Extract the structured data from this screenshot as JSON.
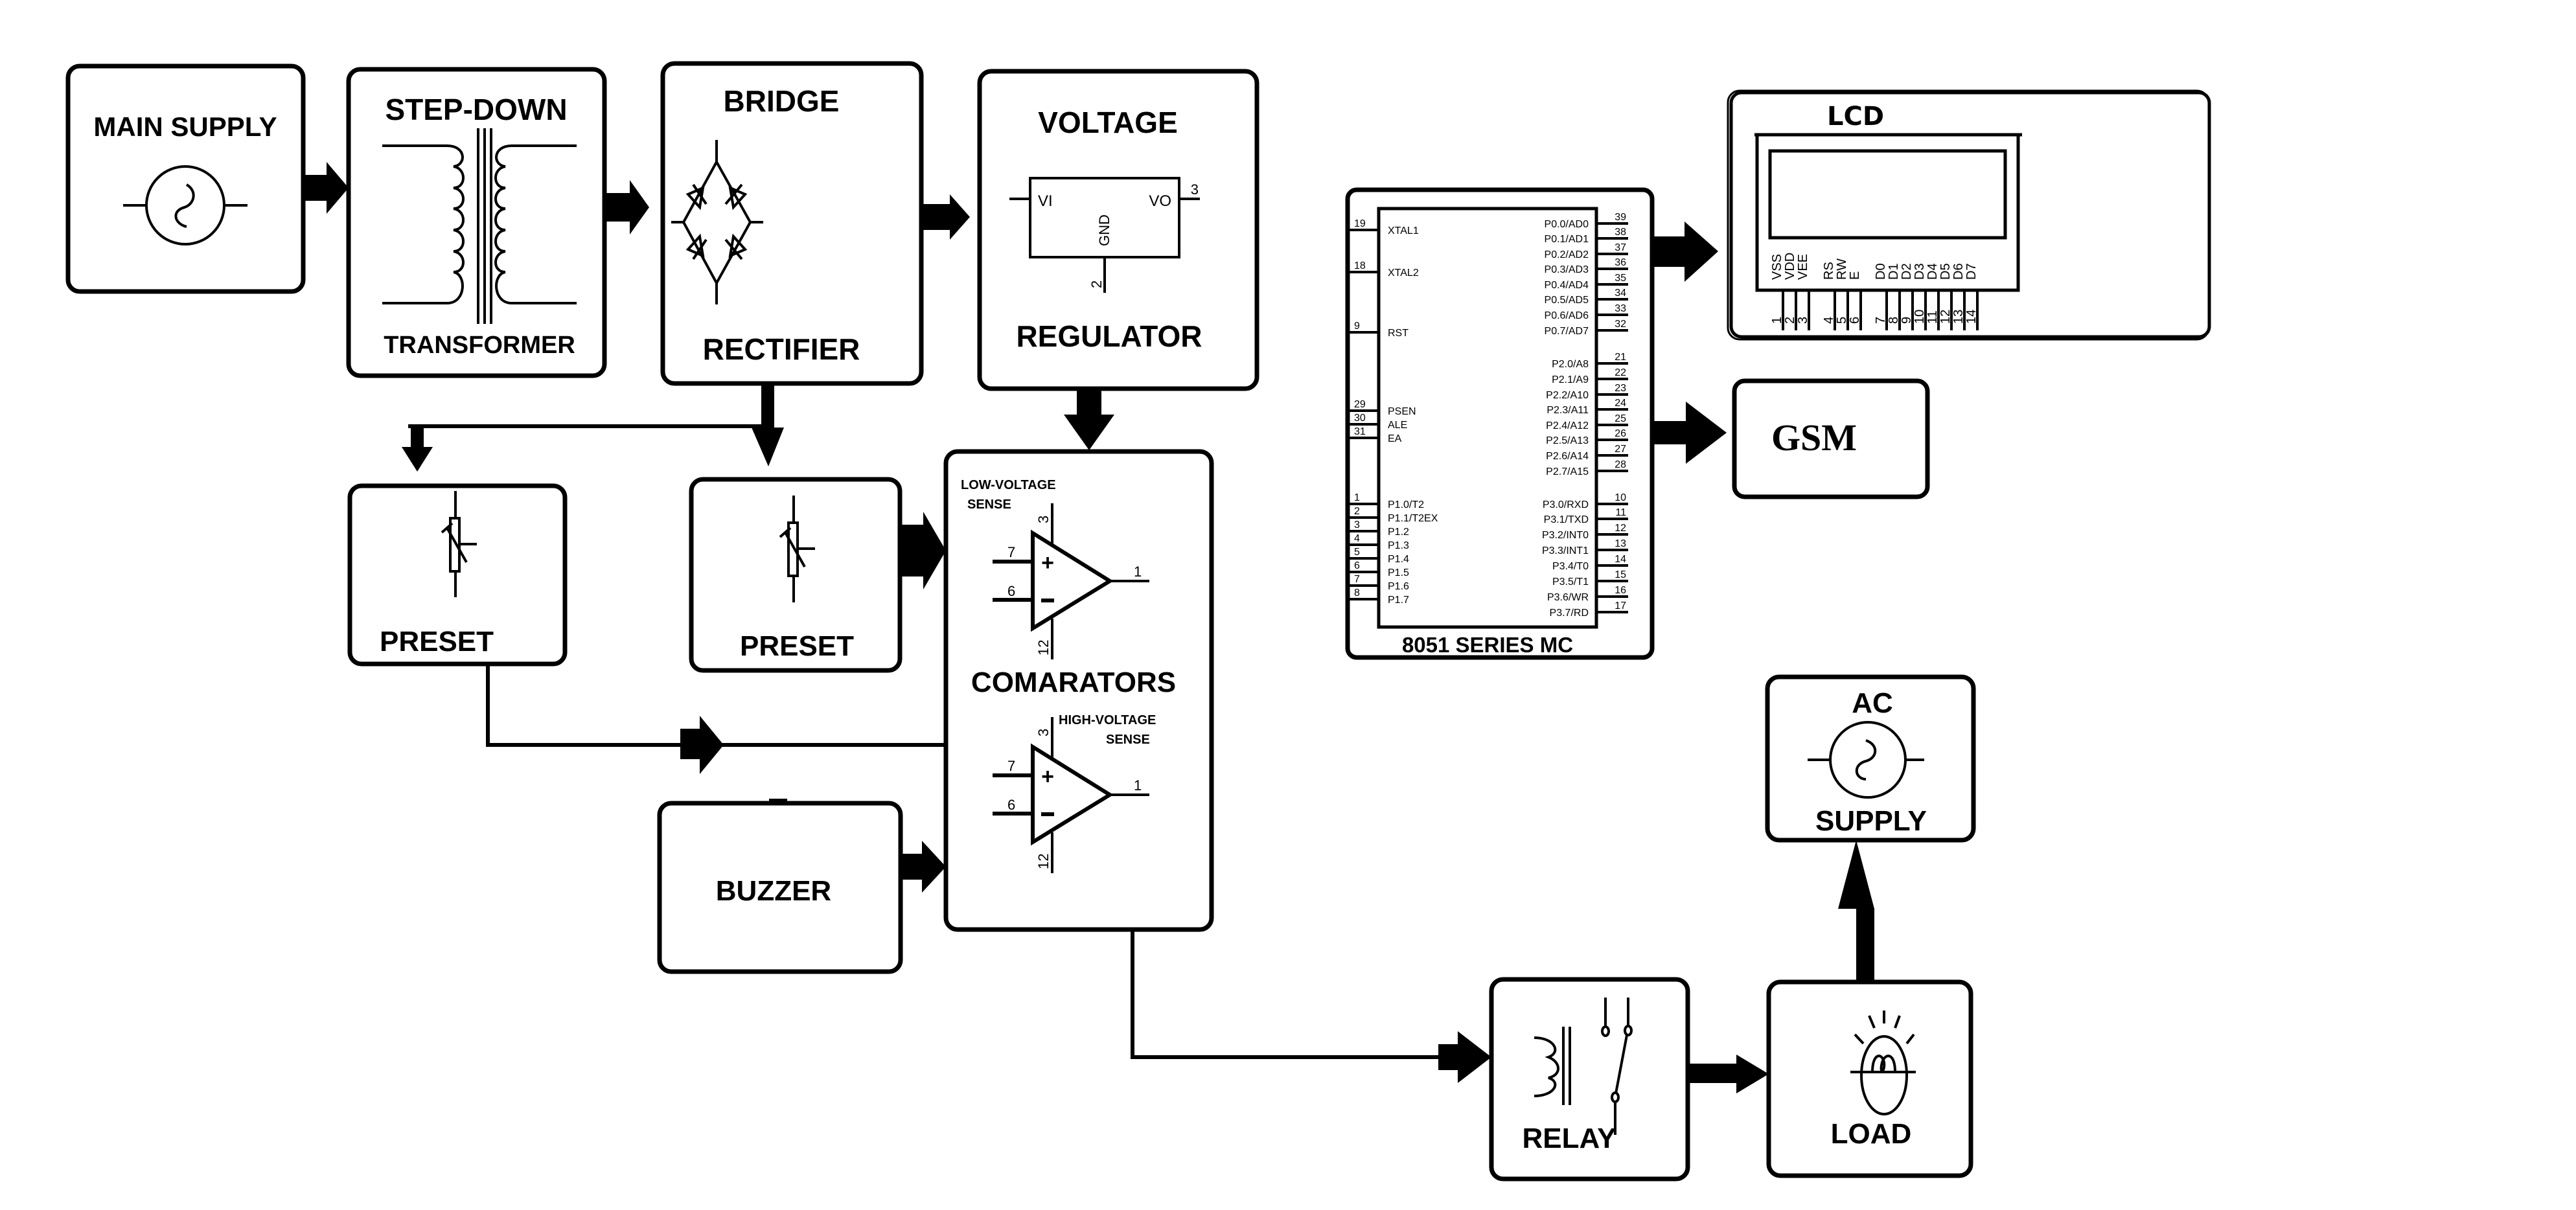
{
  "diagram": {
    "title": "GSM based over/under voltage protection block diagram",
    "blocks": {
      "main_supply": {
        "label": "MAIN SUPPLY",
        "icon": "ac-source-icon"
      },
      "transformer": {
        "label_top": "STEP-DOWN",
        "label_bottom": "TRANSFORMER",
        "icon": "transformer-icon"
      },
      "bridge": {
        "label_top": "BRIDGE",
        "label_bottom": "RECTIFIER",
        "icon": "bridge-rectifier-icon"
      },
      "regulator": {
        "label_top": "VOLTAGE",
        "label_bottom": "REGULATOR",
        "pin_vi": "VI",
        "pin_vo": "VO",
        "pin_gnd": "GND",
        "pin_vo_num": "3",
        "pin_gnd_num": "2"
      },
      "preset_1": {
        "label": "PRESET",
        "icon": "potentiometer-icon"
      },
      "preset_2": {
        "label": "PRESET",
        "icon": "potentiometer-icon"
      },
      "comparators": {
        "label": "COMARATORS",
        "low": {
          "label_line1": "LOW-VOLTAGE",
          "label_line2": "SENSE",
          "pin_plus": "7",
          "pin_minus": "6",
          "pin_top": "3",
          "pin_bottom": "12",
          "pin_out": "1"
        },
        "high": {
          "label_line1": "HIGH-VOLTAGE",
          "label_line2": "SENSE",
          "pin_plus": "7",
          "pin_minus": "6",
          "pin_top": "3",
          "pin_bottom": "12",
          "pin_out": "1"
        }
      },
      "buzzer": {
        "label": "BUZZER"
      },
      "mcu": {
        "label": "8051 SERIES MC",
        "left_pins": [
          {
            "num": "19",
            "name": "XTAL1"
          },
          {
            "num": "18",
            "name": "XTAL2"
          },
          {
            "num": "9",
            "name": "RST"
          },
          {
            "num": "29",
            "name": "PSEN"
          },
          {
            "num": "30",
            "name": "ALE"
          },
          {
            "num": "31",
            "name": "EA"
          },
          {
            "num": "1",
            "name": "P1.0/T2"
          },
          {
            "num": "2",
            "name": "P1.1/T2EX"
          },
          {
            "num": "3",
            "name": "P1.2"
          },
          {
            "num": "4",
            "name": "P1.3"
          },
          {
            "num": "5",
            "name": "P1.4"
          },
          {
            "num": "6",
            "name": "P1.5"
          },
          {
            "num": "7",
            "name": "P1.6"
          },
          {
            "num": "8",
            "name": "P1.7"
          }
        ],
        "right_pins": [
          {
            "num": "39",
            "name": "P0.0/AD0"
          },
          {
            "num": "38",
            "name": "P0.1/AD1"
          },
          {
            "num": "37",
            "name": "P0.2/AD2"
          },
          {
            "num": "36",
            "name": "P0.3/AD3"
          },
          {
            "num": "35",
            "name": "P0.4/AD4"
          },
          {
            "num": "34",
            "name": "P0.5/AD5"
          },
          {
            "num": "33",
            "name": "P0.6/AD6"
          },
          {
            "num": "32",
            "name": "P0.7/AD7"
          },
          {
            "num": "21",
            "name": "P2.0/A8"
          },
          {
            "num": "22",
            "name": "P2.1/A9"
          },
          {
            "num": "23",
            "name": "P2.2/A10"
          },
          {
            "num": "24",
            "name": "P2.3/A11"
          },
          {
            "num": "25",
            "name": "P2.4/A12"
          },
          {
            "num": "26",
            "name": "P2.5/A13"
          },
          {
            "num": "27",
            "name": "P2.6/A14"
          },
          {
            "num": "28",
            "name": "P2.7/A15"
          },
          {
            "num": "10",
            "name": "P3.0/RXD"
          },
          {
            "num": "11",
            "name": "P3.1/TXD"
          },
          {
            "num": "12",
            "name": "P3.2/INT0"
          },
          {
            "num": "13",
            "name": "P3.3/INT1"
          },
          {
            "num": "14",
            "name": "P3.4/T0"
          },
          {
            "num": "15",
            "name": "P3.5/T1"
          },
          {
            "num": "16",
            "name": "P3.6/WR"
          },
          {
            "num": "17",
            "name": "P3.7/RD"
          }
        ]
      },
      "lcd": {
        "label": "LCD",
        "pins": [
          {
            "num": "1",
            "name": "VSS"
          },
          {
            "num": "2",
            "name": "VDD"
          },
          {
            "num": "3",
            "name": "VEE"
          },
          {
            "num": "4",
            "name": "RS"
          },
          {
            "num": "5",
            "name": "RW"
          },
          {
            "num": "6",
            "name": "E"
          },
          {
            "num": "7",
            "name": "D0"
          },
          {
            "num": "8",
            "name": "D1"
          },
          {
            "num": "9",
            "name": "D2"
          },
          {
            "num": "10",
            "name": "D3"
          },
          {
            "num": "11",
            "name": "D4"
          },
          {
            "num": "12",
            "name": "D5"
          },
          {
            "num": "13",
            "name": "D6"
          },
          {
            "num": "14",
            "name": "D7"
          }
        ]
      },
      "gsm": {
        "label": "GSM"
      },
      "ac_supply": {
        "label_top": "AC",
        "label_bottom": "SUPPLY",
        "icon": "ac-source-icon"
      },
      "relay": {
        "label": "RELAY",
        "icon": "relay-icon"
      },
      "load": {
        "label": "LOAD",
        "icon": "lamp-icon"
      }
    },
    "connections": [
      {
        "from": "main_supply",
        "to": "transformer"
      },
      {
        "from": "transformer",
        "to": "bridge"
      },
      {
        "from": "bridge",
        "to": "regulator"
      },
      {
        "from": "bridge",
        "to": "preset_1"
      },
      {
        "from": "bridge",
        "to": "preset_2"
      },
      {
        "from": "regulator",
        "to": "comparators"
      },
      {
        "from": "preset_2",
        "to": "comparators"
      },
      {
        "from": "preset_1",
        "to": "comparators"
      },
      {
        "from": "buzzer",
        "to": "comparators"
      },
      {
        "from": "comparators",
        "to": "relay"
      },
      {
        "from": "mcu",
        "to": "lcd"
      },
      {
        "from": "mcu",
        "to": "gsm"
      },
      {
        "from": "relay",
        "to": "load"
      },
      {
        "from": "load",
        "to": "ac_supply"
      }
    ]
  }
}
